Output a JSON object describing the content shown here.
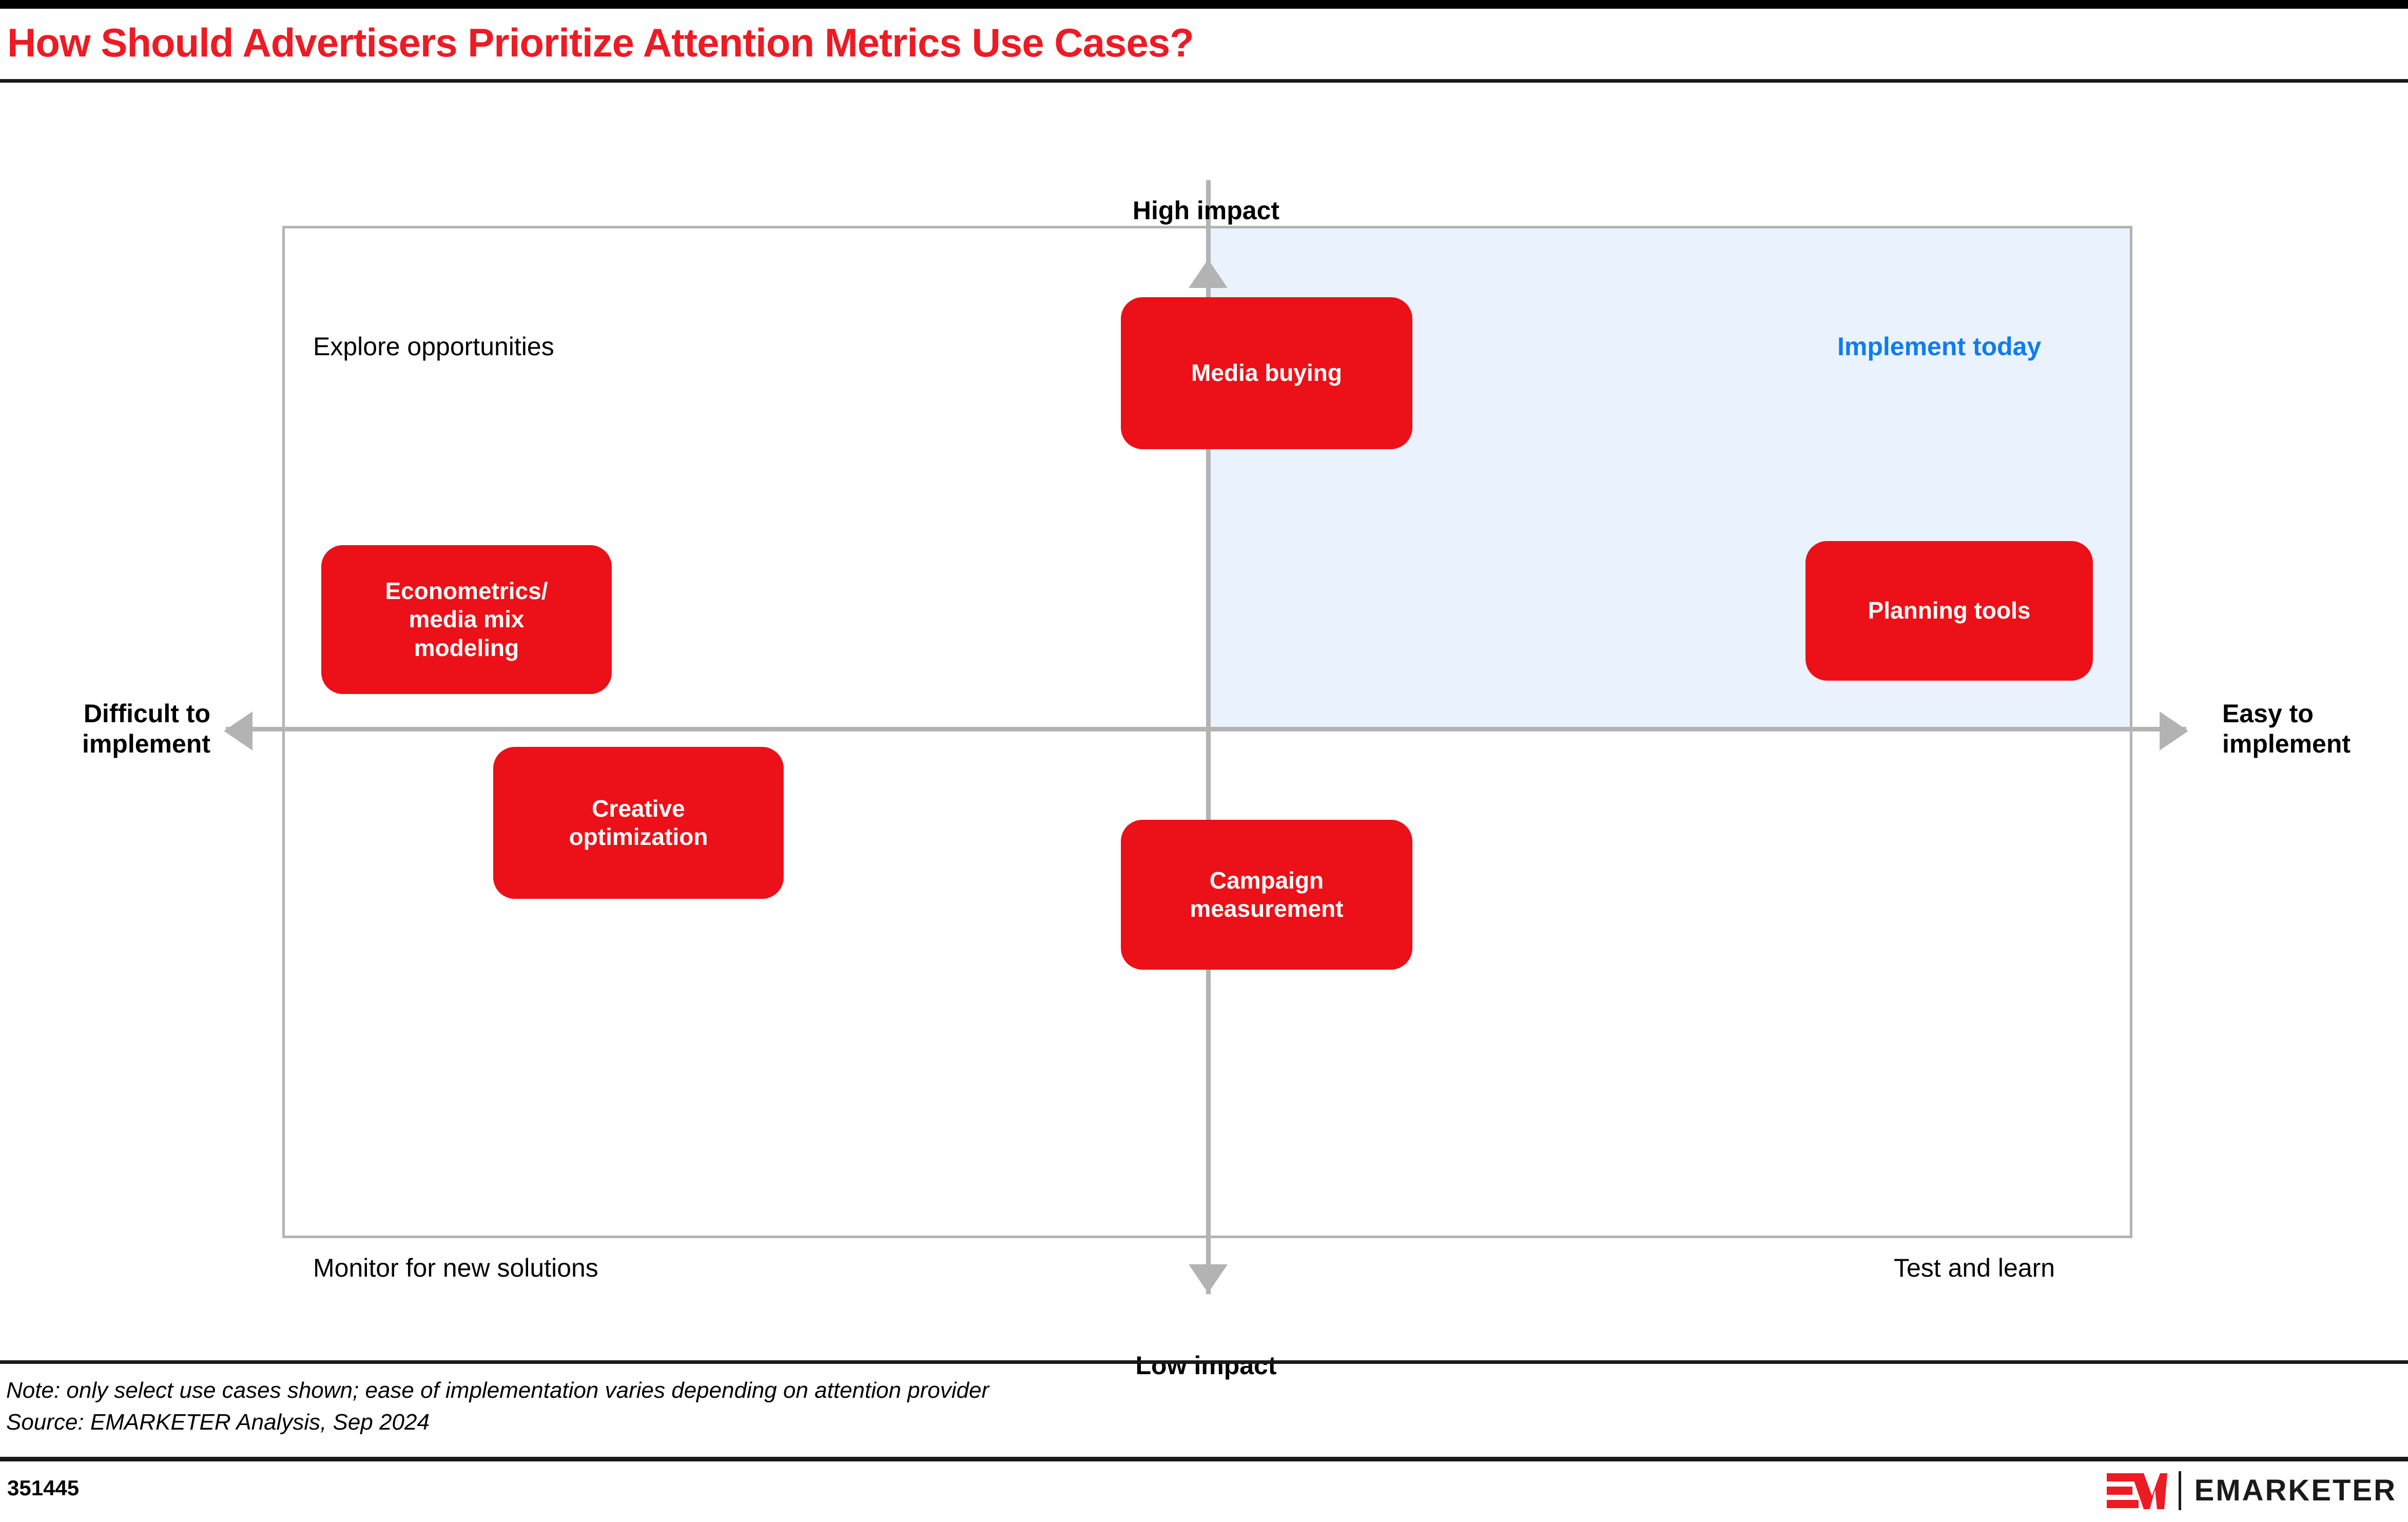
{
  "title": "How Should Advertisers Prioritize Attention Metrics Use Cases?",
  "colors": {
    "brand_red": "#ec1b24",
    "box_red": "#ec1018",
    "highlight_blue_text": "#0d7cf2",
    "highlight_blue_fill": "#eaf2fd",
    "axis_gray": "#b3b3b3",
    "rule_black": "#1a1a1a"
  },
  "axes": {
    "top_label": "High impact",
    "bottom_label": "Low impact",
    "left_label_line1": "Difficult to",
    "left_label_line2": "implement",
    "right_label_line1": "Easy to",
    "right_label_line2": "implement"
  },
  "quadrants": {
    "top_left": "Explore opportunities",
    "top_right": "Implement today",
    "bottom_left": "Monitor for new solutions",
    "bottom_right": "Test and learn"
  },
  "items": [
    {
      "label_line1": "Media buying",
      "label_line2": "",
      "label_line3": ""
    },
    {
      "label_line1": "Econometrics/",
      "label_line2": "media mix",
      "label_line3": "modeling"
    },
    {
      "label_line1": "Planning tools",
      "label_line2": "",
      "label_line3": ""
    },
    {
      "label_line1": "Creative",
      "label_line2": "optimization",
      "label_line3": ""
    },
    {
      "label_line1": "Campaign",
      "label_line2": "measurement",
      "label_line3": ""
    }
  ],
  "footer": {
    "note": "Note: only select use cases shown; ease of implementation varies depending on attention provider",
    "source": "Source: EMARKETER Analysis, Sep 2024",
    "report_id": "351445",
    "logo_word": "EMARKETER"
  },
  "chart_data": {
    "type": "scatter",
    "title": "How Should Advertisers Prioritize Attention Metrics Use Cases?",
    "xlabel": "Ease of implementation (Difficult to implement → Easy to implement)",
    "ylabel": "Impact (Low impact → High impact)",
    "xlim": [
      -1,
      1
    ],
    "ylim": [
      -1,
      1
    ],
    "grid": false,
    "legend": "none",
    "quadrant_labels": {
      "top_left": "Explore opportunities",
      "top_right": "Implement today",
      "bottom_left": "Monitor for new solutions",
      "bottom_right": "Test and learn"
    },
    "highlighted_quadrant": "top_right",
    "points": [
      {
        "label": "Media buying",
        "x": 0.0,
        "y": 0.6,
        "quadrant": "top-center"
      },
      {
        "label": "Econometrics/media mix modeling",
        "x": -0.84,
        "y": 0.21,
        "quadrant": "top_left"
      },
      {
        "label": "Planning tools",
        "x": 0.69,
        "y": 0.19,
        "quadrant": "top_right"
      },
      {
        "label": "Creative optimization",
        "x": -0.68,
        "y": -0.1,
        "quadrant": "bottom_left"
      },
      {
        "label": "Campaign measurement",
        "x": 0.0,
        "y": -0.21,
        "quadrant": "bottom-center"
      }
    ],
    "note": "Note: only select use cases shown; ease of implementation varies depending on attention provider",
    "source": "Source: EMARKETER Analysis, Sep 2024"
  }
}
